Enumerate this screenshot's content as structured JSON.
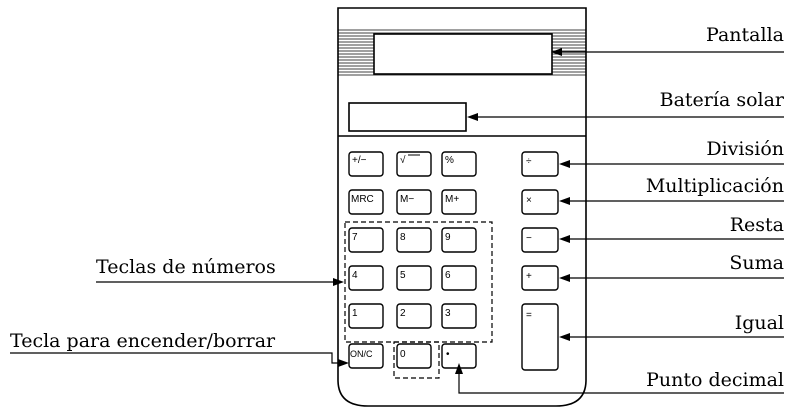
{
  "labels": {
    "pantalla": "Pantalla",
    "bateria": "Batería solar",
    "division": "División",
    "multiplicacion": "Multiplicación",
    "resta": "Resta",
    "suma": "Suma",
    "igual": "Igual",
    "punto": "Punto decimal",
    "teclas_numeros": "Teclas de números",
    "encender": "Tecla para encender/borrar"
  },
  "keys": {
    "plusminus": "+/−",
    "sqrt": "√",
    "percent": "%",
    "divide": "÷",
    "mrc": "MRC",
    "mminus": "M−",
    "mplus": "M+",
    "times": "×",
    "n7": "7",
    "n8": "8",
    "n9": "9",
    "minus": "−",
    "n4": "4",
    "n5": "5",
    "n6": "6",
    "plus": "+",
    "n1": "1",
    "n2": "2",
    "n3": "3",
    "equals": "=",
    "onc": "ON/C",
    "n0": "0",
    "dot": "•"
  }
}
